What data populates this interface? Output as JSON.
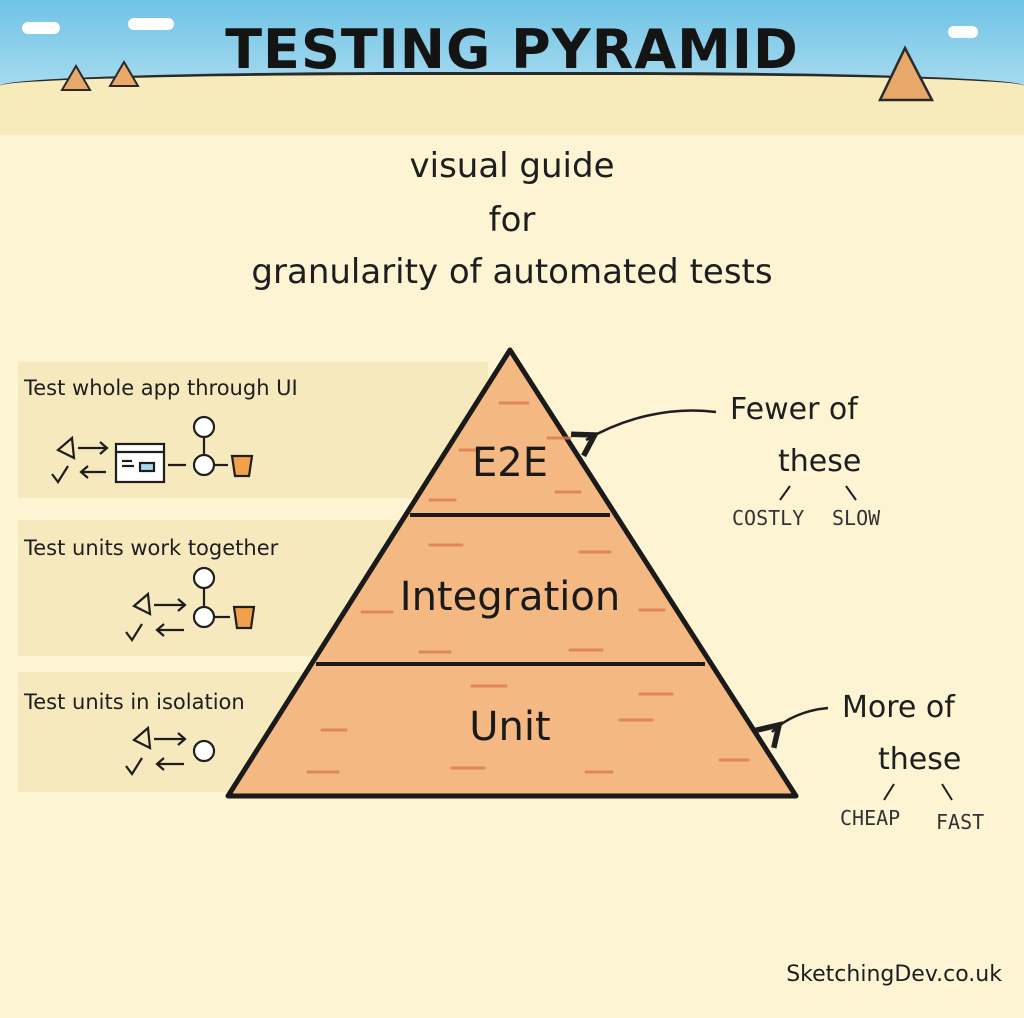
{
  "header": {
    "title": "TESTING PYRAMID"
  },
  "subtitle": {
    "line1": "visual guide",
    "line2": "for",
    "line3": "granularity of automated tests"
  },
  "rows": [
    {
      "label": "Test whole app through UI"
    },
    {
      "label": "Test units work together"
    },
    {
      "label": "Test units in isolation"
    }
  ],
  "pyramid": {
    "layers": [
      {
        "label": "E2E"
      },
      {
        "label": "Integration"
      },
      {
        "label": "Unit"
      }
    ]
  },
  "top_note": {
    "line1": "Fewer of",
    "line2": "these",
    "tag_left": "COSTLY",
    "tag_right": "SLOW"
  },
  "bottom_note": {
    "line1": "More of",
    "line2": "these",
    "tag_left": "CHEAP",
    "tag_right": "FAST"
  },
  "credit": "SketchingDev.co.uk",
  "colors": {
    "sky": "#6fc3e6",
    "sand": "#fcf4d2",
    "pyramid": "#f4b883",
    "bucket": "#f2a04a"
  }
}
